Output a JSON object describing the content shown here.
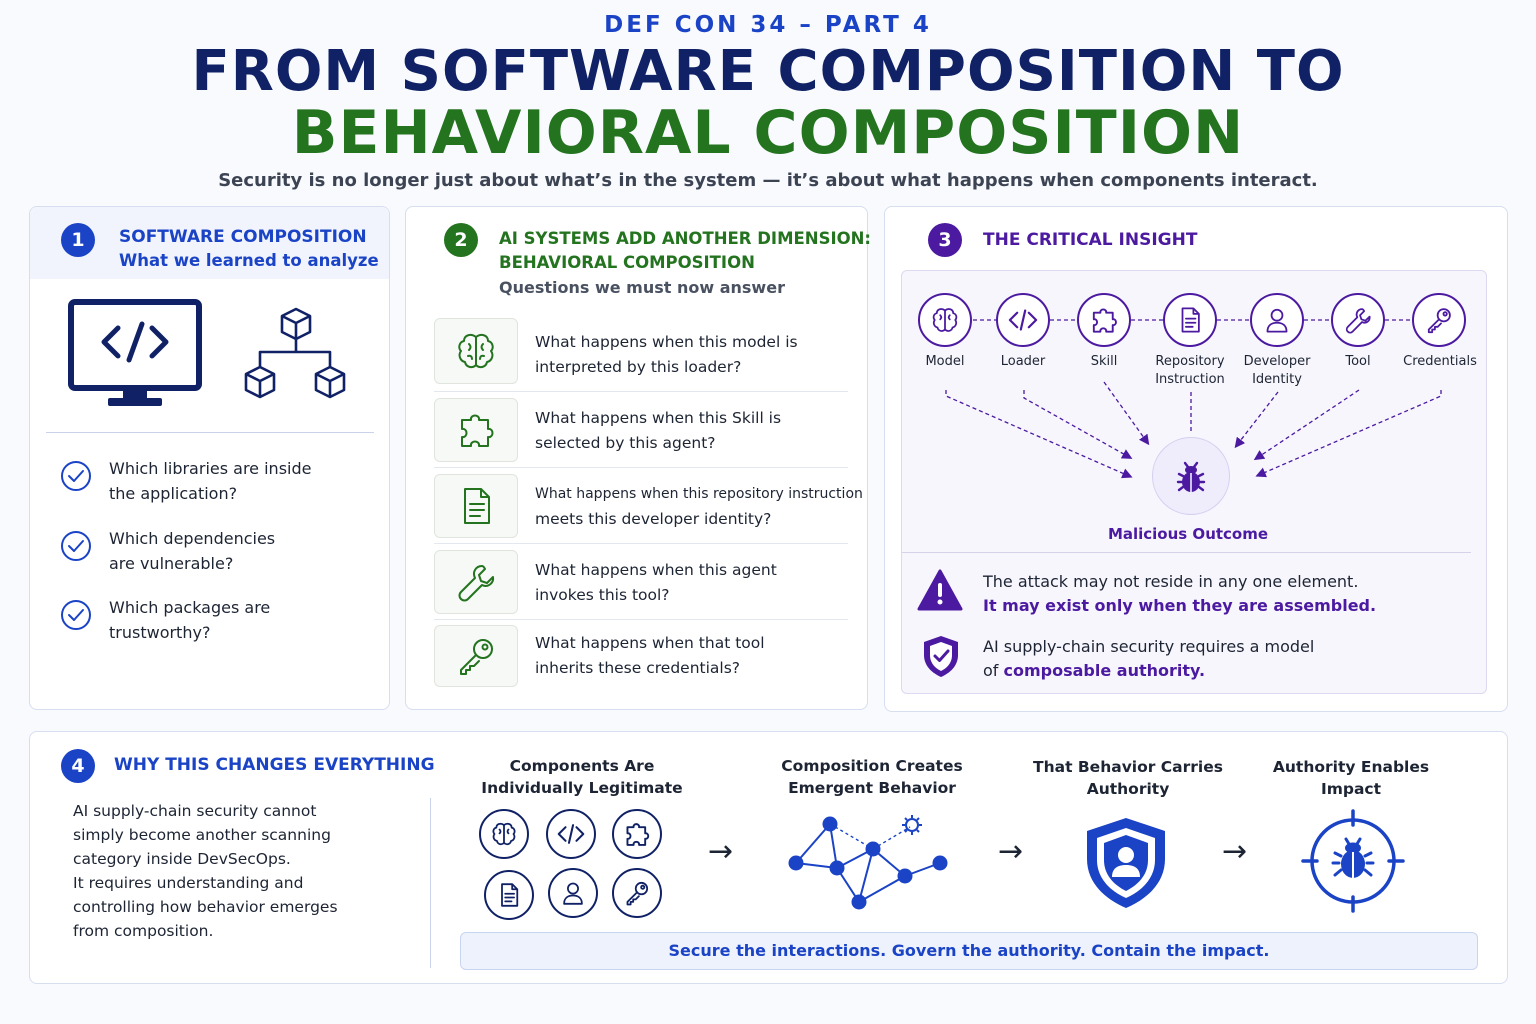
{
  "header": {
    "kicker": "DEF CON 34 – PART 4",
    "title_line1": "FROM SOFTWARE COMPOSITION TO",
    "title_line2": "BEHAVIORAL COMPOSITION",
    "subtitle": "Security is no longer just about what’s in the system — it’s about what happens when components interact."
  },
  "colors": {
    "blue": "#1a43c6",
    "navy": "#102265",
    "green": "#23731f",
    "purple": "#4b1aa0"
  },
  "section1": {
    "number": "1",
    "title": "SOFTWARE COMPOSITION",
    "subtitle": "What we learned to analyze",
    "icons": [
      "monitor-code-icon",
      "dependency-tree-icon"
    ],
    "questions": [
      {
        "line1": "Which libraries are inside",
        "line2": "the application?"
      },
      {
        "line1": "Which dependencies",
        "line2": "are vulnerable?"
      },
      {
        "line1": "Which packages are",
        "line2": "trustworthy?"
      }
    ]
  },
  "section2": {
    "number": "2",
    "title_line1": "AI SYSTEMS ADD ANOTHER DIMENSION:",
    "title_line2": "BEHAVIORAL COMPOSITION",
    "subtitle": "Questions we must now answer",
    "questions": [
      {
        "icon": "brain-icon",
        "line1": "What happens when this model is",
        "line2": "interpreted by this loader?"
      },
      {
        "icon": "puzzle-icon",
        "line1": "What happens when this Skill is",
        "line2": "selected by this agent?"
      },
      {
        "icon": "document-icon",
        "line1": "What happens when this repository instruction",
        "line2": "meets this developer identity?"
      },
      {
        "icon": "wrench-icon",
        "line1": "What happens when this agent",
        "line2": "invokes this tool?"
      },
      {
        "icon": "key-icon",
        "line1": "What happens when that tool",
        "line2": "inherits these credentials?"
      }
    ]
  },
  "section3": {
    "number": "3",
    "title": "THE CRITICAL INSIGHT",
    "nodes": [
      {
        "icon": "brain-icon",
        "line1": "Model",
        "line2": ""
      },
      {
        "icon": "code-icon",
        "line1": "Loader",
        "line2": ""
      },
      {
        "icon": "puzzle-icon",
        "line1": "Skill",
        "line2": ""
      },
      {
        "icon": "document-icon",
        "line1": "Repository",
        "line2": "Instruction"
      },
      {
        "icon": "user-icon",
        "line1": "Developer",
        "line2": "Identity"
      },
      {
        "icon": "wrench-icon",
        "line1": "Tool",
        "line2": ""
      },
      {
        "icon": "key-icon",
        "line1": "Credentials",
        "line2": ""
      }
    ],
    "outcome_label": "Malicious Outcome",
    "insights": [
      {
        "icon": "warning-icon",
        "line1": "The attack may not reside in any one element.",
        "line2": "It may exist only when they are assembled."
      },
      {
        "icon": "shield-check-icon",
        "line1": "AI supply-chain security requires a model",
        "line2_prefix": "of ",
        "line2_emphasis": "composable authority."
      }
    ]
  },
  "section4": {
    "number": "4",
    "title": "WHY THIS CHANGES EVERYTHING",
    "body_lines": [
      "AI supply-chain security cannot",
      "simply become another scanning",
      "category inside DevSecOps.",
      "It requires understanding and",
      "controlling how behavior emerges",
      "from composition."
    ],
    "flow": [
      {
        "line1": "Components Are",
        "line2": "Individually Legitimate"
      },
      {
        "line1": "Composition Creates",
        "line2": "Emergent Behavior"
      },
      {
        "line1": "That Behavior Carries",
        "line2": "Authority"
      },
      {
        "line1": "Authority Enables",
        "line2": "Impact"
      }
    ],
    "arrow": "→",
    "banner": "Secure the interactions. Govern the authority. Contain the impact."
  }
}
